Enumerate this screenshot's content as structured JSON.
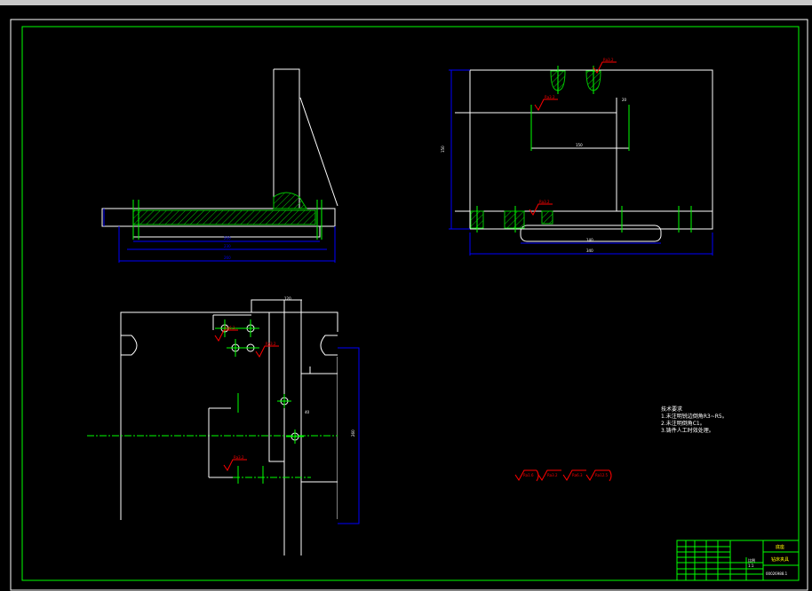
{
  "colors": {
    "background": "#000000",
    "frame": "#00ff00",
    "outline": "#ffffff",
    "dimension": "#0000ff",
    "hatch": "#00c800",
    "roughness": "#ff0000",
    "centerline": "#00ff00"
  },
  "technical_requirements": {
    "title": "技术要求",
    "items": [
      "1.未注明锐边倒角R3~R5。",
      "2.未注明倒角C1。",
      "3.铸件人工时效处理。"
    ]
  },
  "roughness_symbols": [
    "Ra1.6",
    "Ra3.2",
    "Ra6.3",
    "Ra12.5"
  ],
  "roughness_marks": {
    "top_right": "Ra3.2",
    "right_upper": "Ra3.2",
    "right_lower": "Ra3.2",
    "bottom_1": "Ra6.3",
    "bottom_2": "Ra3.2",
    "bottom_3": "Ra3.2",
    "bottom_4": "Ra3.2"
  },
  "dimensions": {
    "front_width_inner": "200",
    "front_width_mid": "230",
    "front_width_outer": "260",
    "side_length": "340",
    "side_height": "150",
    "side_inner": "150",
    "side_small": "20",
    "side_slot": "140",
    "plan_height": "260",
    "plan_top": "120",
    "plan_right": "40"
  },
  "title_block": {
    "part_name": "底座",
    "drawing_title": "钻床夹具",
    "drawing_number": "00026988.1",
    "scale_label": "比例",
    "scale": "1:1"
  }
}
